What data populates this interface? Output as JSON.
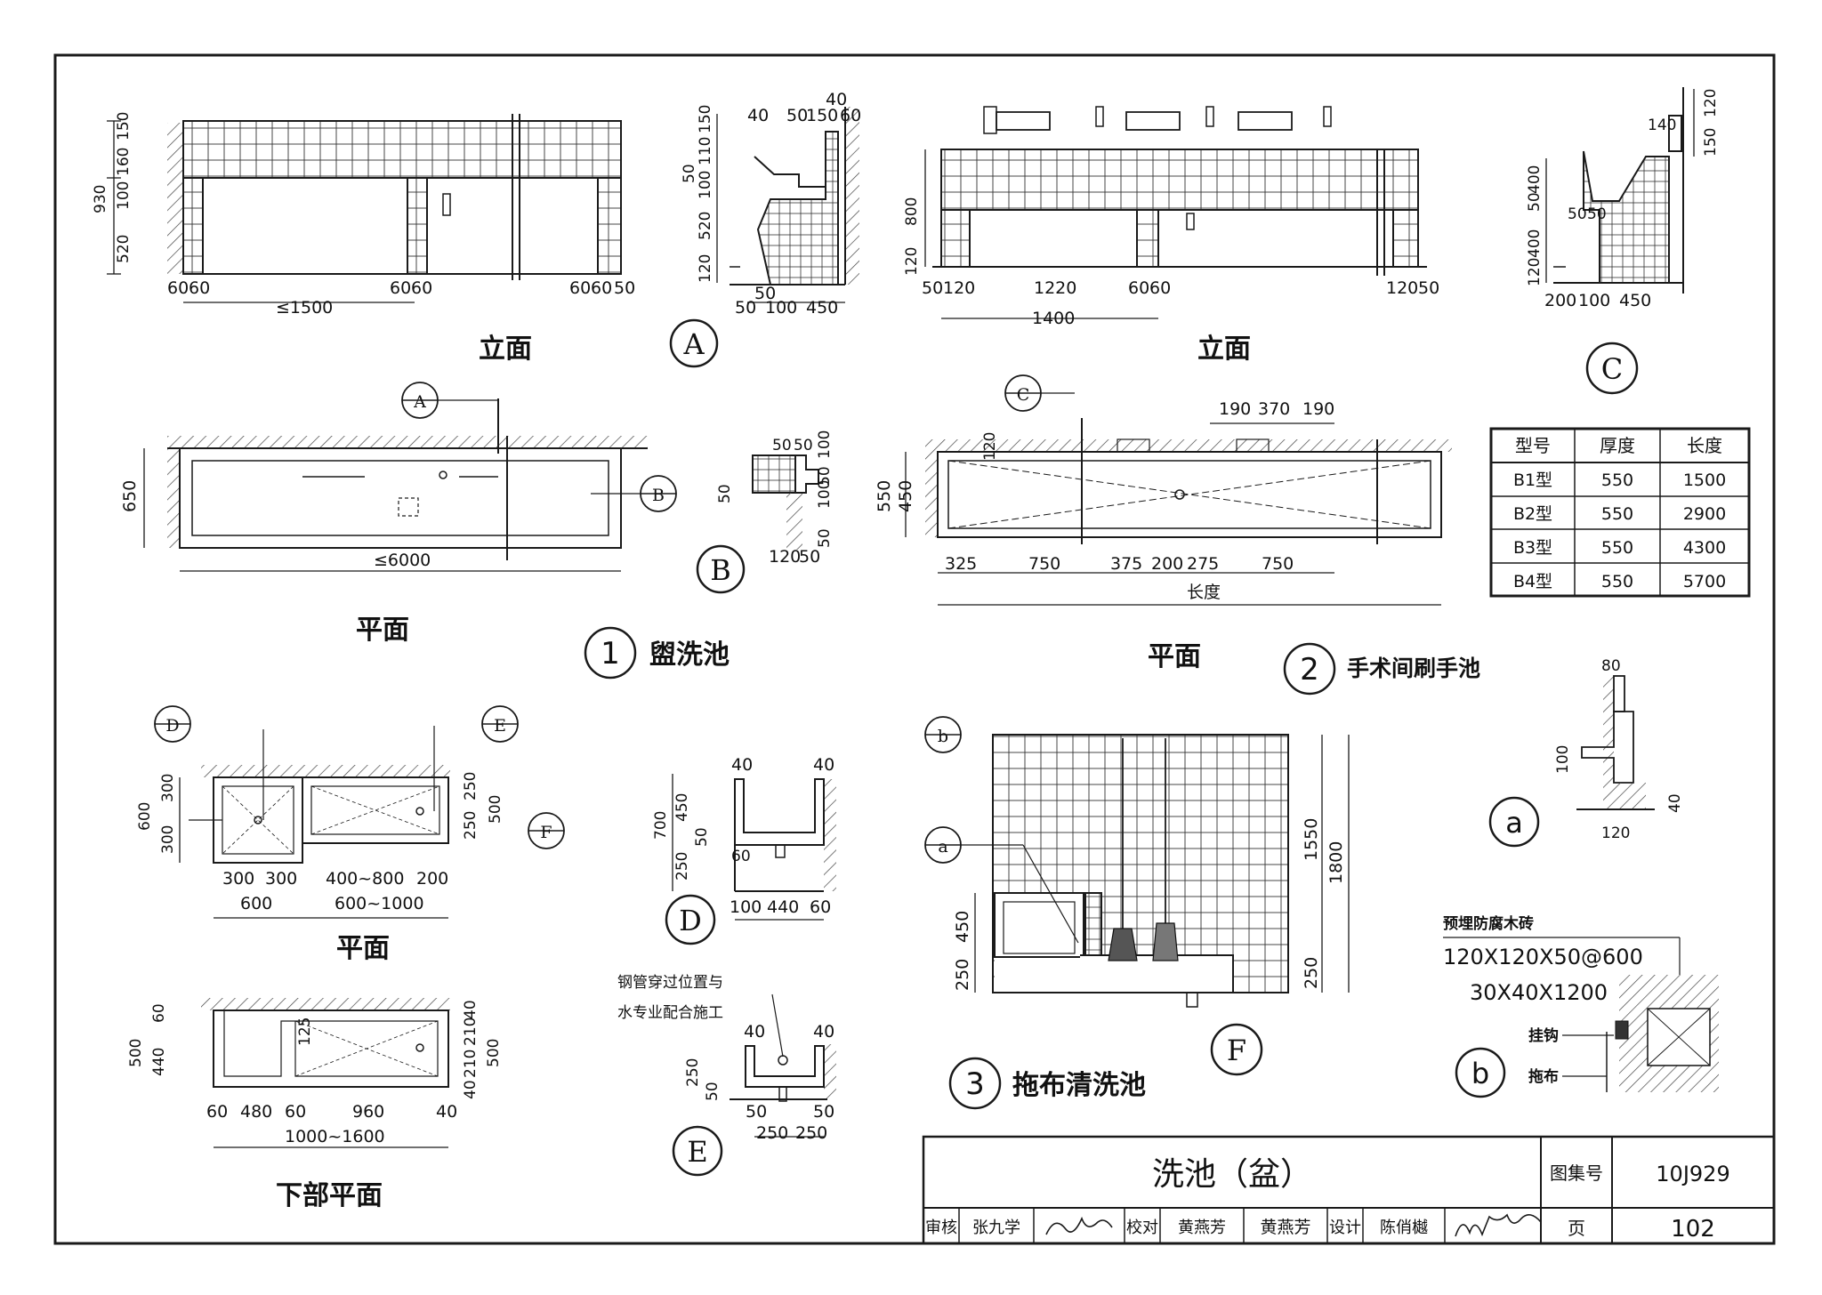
{
  "drawing": {
    "title": "洗池（盆）",
    "atlas_label": "图集号",
    "atlas_no": "10J929",
    "page_label": "页",
    "page_no": "102"
  },
  "signatures": {
    "review_label": "审核",
    "review_name": "张九学",
    "check_label": "校对",
    "check_name": "黄燕芳",
    "check_sign": "黄燕芳",
    "design_label": "设计",
    "design_name": "陈俏樾"
  },
  "sections": {
    "s1": {
      "num": "1",
      "name": "盥洗池"
    },
    "s2": {
      "num": "2",
      "name": "手术间刷手池"
    },
    "s3": {
      "num": "3",
      "name": "拖布清洗池"
    }
  },
  "view_labels": {
    "elevation_1": "立面",
    "plan_1": "平面",
    "elevation_2": "立面",
    "plan_2": "平面",
    "plan_3": "平面",
    "lower_plan_3": "下部平面"
  },
  "detail_marks": [
    "A",
    "B",
    "C",
    "D",
    "E",
    "F",
    "a",
    "b"
  ],
  "table": {
    "headers": [
      "型号",
      "厚度",
      "长度"
    ],
    "rows": [
      [
        "B1型",
        "550",
        "1500"
      ],
      [
        "B2型",
        "550",
        "2900"
      ],
      [
        "B3型",
        "550",
        "4300"
      ],
      [
        "B4型",
        "550",
        "5700"
      ]
    ]
  },
  "notes": {
    "steel_pipe_1": "钢管穿过位置与",
    "steel_pipe_2": "水专业配合施工",
    "embedded_brick": "预埋防腐木砖",
    "brick_size": "120X120X50@600",
    "wood_size": "30X40X1200",
    "hook": "挂钩",
    "mop": "拖布",
    "length_word": "长度"
  },
  "dims": {
    "e1_v": [
      "150",
      "160",
      "100",
      "520",
      "930"
    ],
    "e1_h": [
      "60",
      "60",
      "60",
      "60",
      "60",
      "60",
      "50"
    ],
    "e1_span": "≤1500",
    "p1_depth": "650",
    "p1_span": "≤6000",
    "dA_top": [
      "40",
      "50",
      "150",
      "60",
      "40"
    ],
    "dA_v": [
      "150",
      "110",
      "50",
      "100",
      "520",
      "120"
    ],
    "dA_h": [
      "50",
      "50",
      "100",
      "450"
    ],
    "dB": [
      "50",
      "50",
      "100",
      "50",
      "50",
      "100",
      "50",
      "120",
      "50"
    ],
    "e2_v": [
      "800",
      "120"
    ],
    "e2_h": [
      "50",
      "120",
      "1220",
      "60",
      "60",
      "120",
      "50"
    ],
    "e2_span": "1400",
    "dC_v": [
      "120",
      "150",
      "400",
      "50",
      "400",
      "120"
    ],
    "dC_h": [
      "140",
      "50",
      "50",
      "200",
      "100",
      "450"
    ],
    "p2_top": [
      "190",
      "370",
      "190"
    ],
    "p2_v": [
      "120",
      "550",
      "450"
    ],
    "p2_h": [
      "325",
      "750",
      "375",
      "200",
      "275",
      "750"
    ],
    "p3_v": [
      "300",
      "300",
      "600",
      "250",
      "250",
      "500"
    ],
    "p3_h": [
      "300",
      "300",
      "400~800",
      "200",
      "600",
      "600~1000"
    ],
    "lp3_v": [
      "60",
      "440",
      "500",
      "40",
      "210",
      "210",
      "40",
      "500",
      "125"
    ],
    "lp3_h": [
      "60",
      "480",
      "60",
      "960",
      "40",
      "1000~1600"
    ],
    "dD": [
      "40",
      "40",
      "700",
      "450",
      "50",
      "250",
      "60",
      "100",
      "440",
      "60"
    ],
    "dE": [
      "40",
      "40",
      "250",
      "50",
      "50",
      "50",
      "250",
      "250"
    ],
    "dF_v": [
      "1550",
      "1800",
      "450",
      "250",
      "250"
    ],
    "da": [
      "80",
      "100",
      "40",
      "120"
    ]
  }
}
